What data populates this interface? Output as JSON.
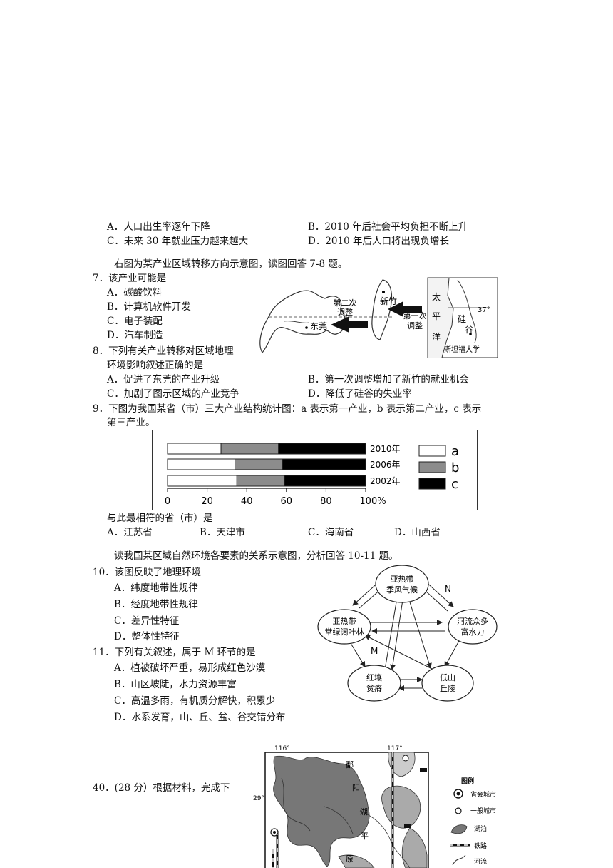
{
  "q6": {
    "opt_a": "A．人口出生率逐年下降",
    "opt_b": "B．2010 年后社会平均负担不断上升",
    "opt_c": "C．未来 30 年就业压力越来越大",
    "opt_d": "D．2010 年后人口将出现负增长"
  },
  "intro_7_8": "右图为某产业区域转移方向示意图，读图回答 7-8 题。",
  "q7": {
    "stem": "7．该产业可能是",
    "opt_a": "A．碳酸饮料",
    "opt_b": "B．计算机软件开发",
    "opt_c": "C．电子装配",
    "opt_d": "D．汽车制造"
  },
  "transfer_map": {
    "label_second_1": "第二次",
    "label_second_2": "调整",
    "label_xinzhu": "新竹",
    "label_first_1": "第一次",
    "label_first_2": "调整",
    "label_dongguan": "东莞",
    "label_tai": "太",
    "label_ping": "平",
    "label_yang": "洋",
    "label_gui": "硅",
    "label_gu": "谷",
    "label_lat": "37°",
    "label_stanford": "斯坦福大学"
  },
  "q8": {
    "stem_1": "8．下列有关产业转移对区域地理",
    "stem_2": "环境影响叙述正确的是",
    "opt_a": "A．促进了东莞的产业升级",
    "opt_b": "B．第一次调整增加了新竹的就业机会",
    "opt_c": "C．加剧了图示区域的产业竞争",
    "opt_d": "D．降低了硅谷的失业率"
  },
  "q9": {
    "stem_1": "9．下图为我国某省（市）三大产业结构统计图：a 表示第一产业，b 表示第二产业，c 表示",
    "stem_2": "第三产业。",
    "after": "与此最相符的省（市）是",
    "opt_a": "A．江苏省",
    "opt_b": "B．天津市",
    "opt_c": "C．海南省",
    "opt_d": "D．山西省"
  },
  "chart_data": {
    "type": "bar",
    "orientation": "horizontal",
    "stacked": true,
    "categories": [
      "2010年",
      "2006年",
      "2002年"
    ],
    "series": [
      {
        "name": "a",
        "values": [
          27,
          34,
          35
        ],
        "color": "#ffffff"
      },
      {
        "name": "b",
        "values": [
          29,
          24,
          24
        ],
        "color": "#8c8c8c"
      },
      {
        "name": "c",
        "values": [
          44,
          42,
          41
        ],
        "color": "#000000"
      }
    ],
    "xticks": [
      "0",
      "20",
      "40",
      "60",
      "80",
      "100%"
    ],
    "xlim": [
      0,
      100
    ],
    "legend": "right"
  },
  "intro_10_11": "读我国某区域自然环境各要素的关系示意图，分析回答 10-11 题。",
  "q10": {
    "stem": "10．该图反映了地理环境",
    "opt_a": "A．纬度地带性规律",
    "opt_b": "B．经度地带性规律",
    "opt_c": "C．差异性特征",
    "opt_d": "D．整体性特征"
  },
  "relation_diagram": {
    "climate_1": "亚热带",
    "climate_2": "季风气候",
    "forest_1": "亚热带",
    "forest_2": "常绿阔叶林",
    "water_1": "河流众多",
    "water_2": "富水力",
    "soil_1": "红壤",
    "soil_2": "贫瘠",
    "terrain_1": "低山",
    "terrain_2": "丘陵",
    "label_n": "N",
    "label_m": "M"
  },
  "q11": {
    "stem": "11．下列有关叙述，属于 M 环节的是",
    "opt_a": "A．植被破坏严重，易形成红色沙漠",
    "opt_b": "B．山区坡陡，水力资源丰富",
    "opt_c": "C．高温多雨，有机质分解快，积累少",
    "opt_d": "D．水系发育，山、丘、盆、谷交错分布"
  },
  "q40": {
    "stem": "40．(28 分）根据材料，完成下"
  },
  "poyang_map": {
    "lon_116": "116°",
    "lon_117": "117°",
    "lat_29": "29°",
    "char_po": "鄱",
    "char_yang": "阳",
    "char_hu": "湖",
    "char_ping": "平",
    "char_yuan": "原",
    "legend_title": "图例",
    "legend_capital": "省会城市",
    "legend_city": "一般城市",
    "legend_lake": "湖泊",
    "legend_rail": "铁路",
    "legend_river": "河流"
  }
}
